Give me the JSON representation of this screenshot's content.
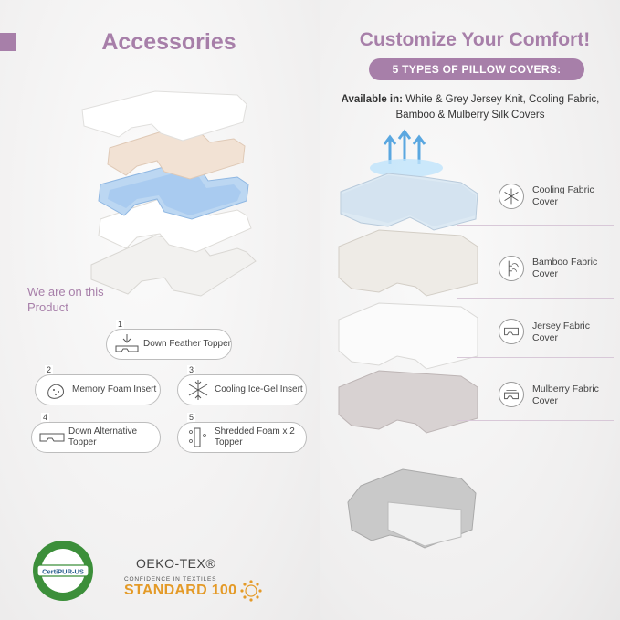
{
  "left": {
    "title": "Accessories",
    "note": "We are on this Product",
    "accessories": [
      {
        "num": "1",
        "label": "Down Feather Topper",
        "icon": "topper-down-arrow-icon"
      },
      {
        "num": "2",
        "label": "Memory Foam Insert",
        "icon": "foam-hand-icon"
      },
      {
        "num": "3",
        "label": "Cooling Ice-Gel Insert",
        "icon": "snowflake-icon"
      },
      {
        "num": "4",
        "label": "Down Alternative Topper",
        "icon": "topper-icon"
      },
      {
        "num": "5",
        "label": "Shredded Foam x 2 Topper",
        "icon": "shredded-foam-icon"
      }
    ]
  },
  "right": {
    "title": "Customize Your Comfort!",
    "badge": "5 TYPES OF PILLOW COVERS:",
    "available_prefix": "Available in:",
    "available_text": " White & Grey Jersey Knit, Cooling Fabric, Bamboo & Mulberry Silk Covers",
    "covers": [
      {
        "label": "Cooling Fabric Cover",
        "icon": "snowflake-icon"
      },
      {
        "label": "Bamboo Fabric Cover",
        "icon": "bamboo-icon"
      },
      {
        "label": "Jersey Fabric Cover",
        "icon": "jersey-cover-icon"
      },
      {
        "label": "Mulberry Fabric Cover",
        "icon": "silk-cover-icon"
      }
    ]
  },
  "certifications": {
    "certipur_text": "CertiPUR-US",
    "oeko_title": "OEKO-TEX®",
    "oeko_sub": "CONFIDENCE IN TEXTILES",
    "oeko_standard": "STANDARD 100"
  },
  "colors": {
    "accent": "#a77fa9",
    "standard_orange": "#e49a27",
    "certipur_green": "#3c8f3a"
  }
}
